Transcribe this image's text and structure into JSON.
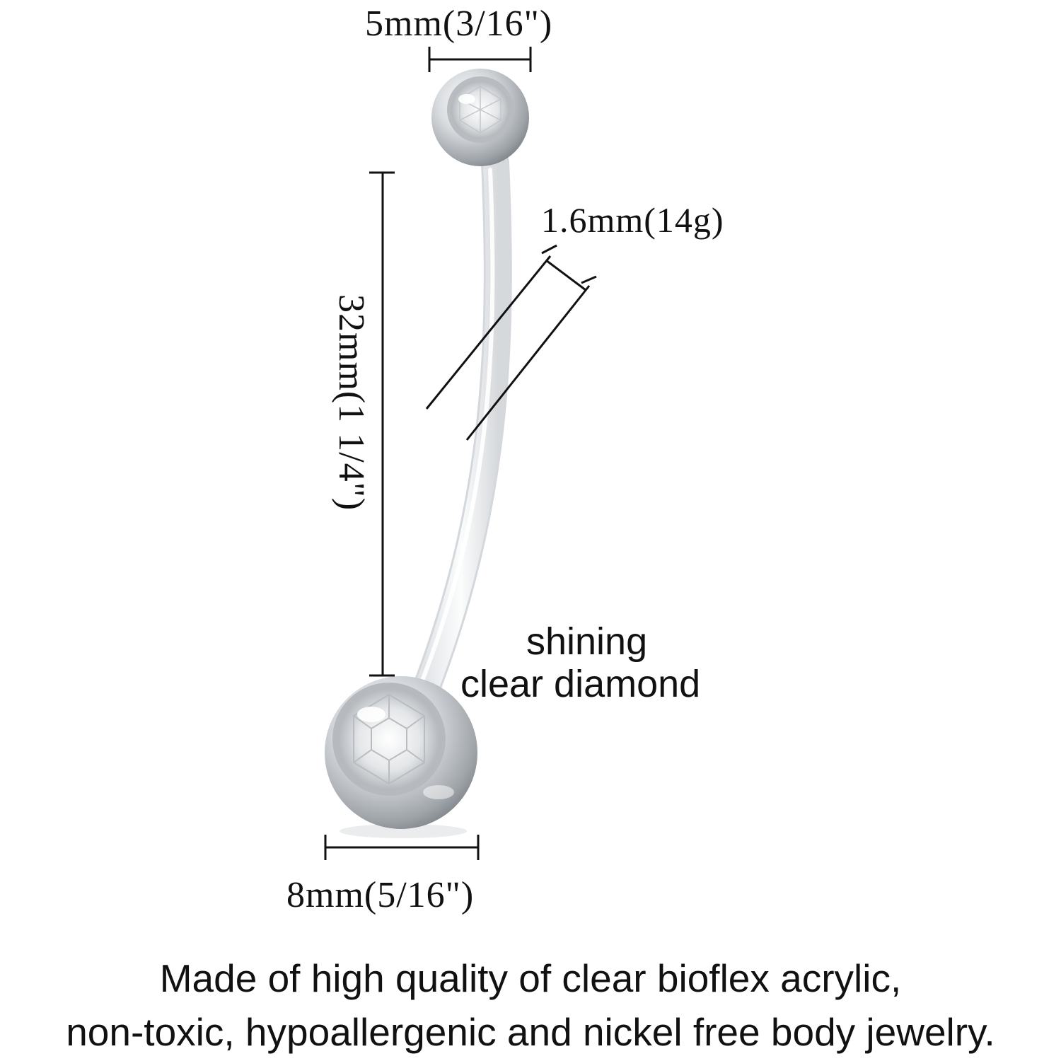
{
  "labels": {
    "top_ball": "5mm(3/16\")",
    "gauge": "1.6mm(14g)",
    "length": "32mm(1 1/4\")",
    "bottom_ball": "8mm(5/16\")",
    "gem_line_1": "shining",
    "gem_line_2": "clear diamond"
  },
  "caption": {
    "line_1": "Made of high quality of clear bioflex acrylic,",
    "line_2": "non-toxic, hypoallergenic and nickel free body jewelry."
  },
  "colors": {
    "ink": "#111111",
    "metal": "#c9ccd0",
    "metal_highlight": "#f4f5f6",
    "metal_shadow": "#8e9297",
    "bar": "#eef0f2"
  }
}
